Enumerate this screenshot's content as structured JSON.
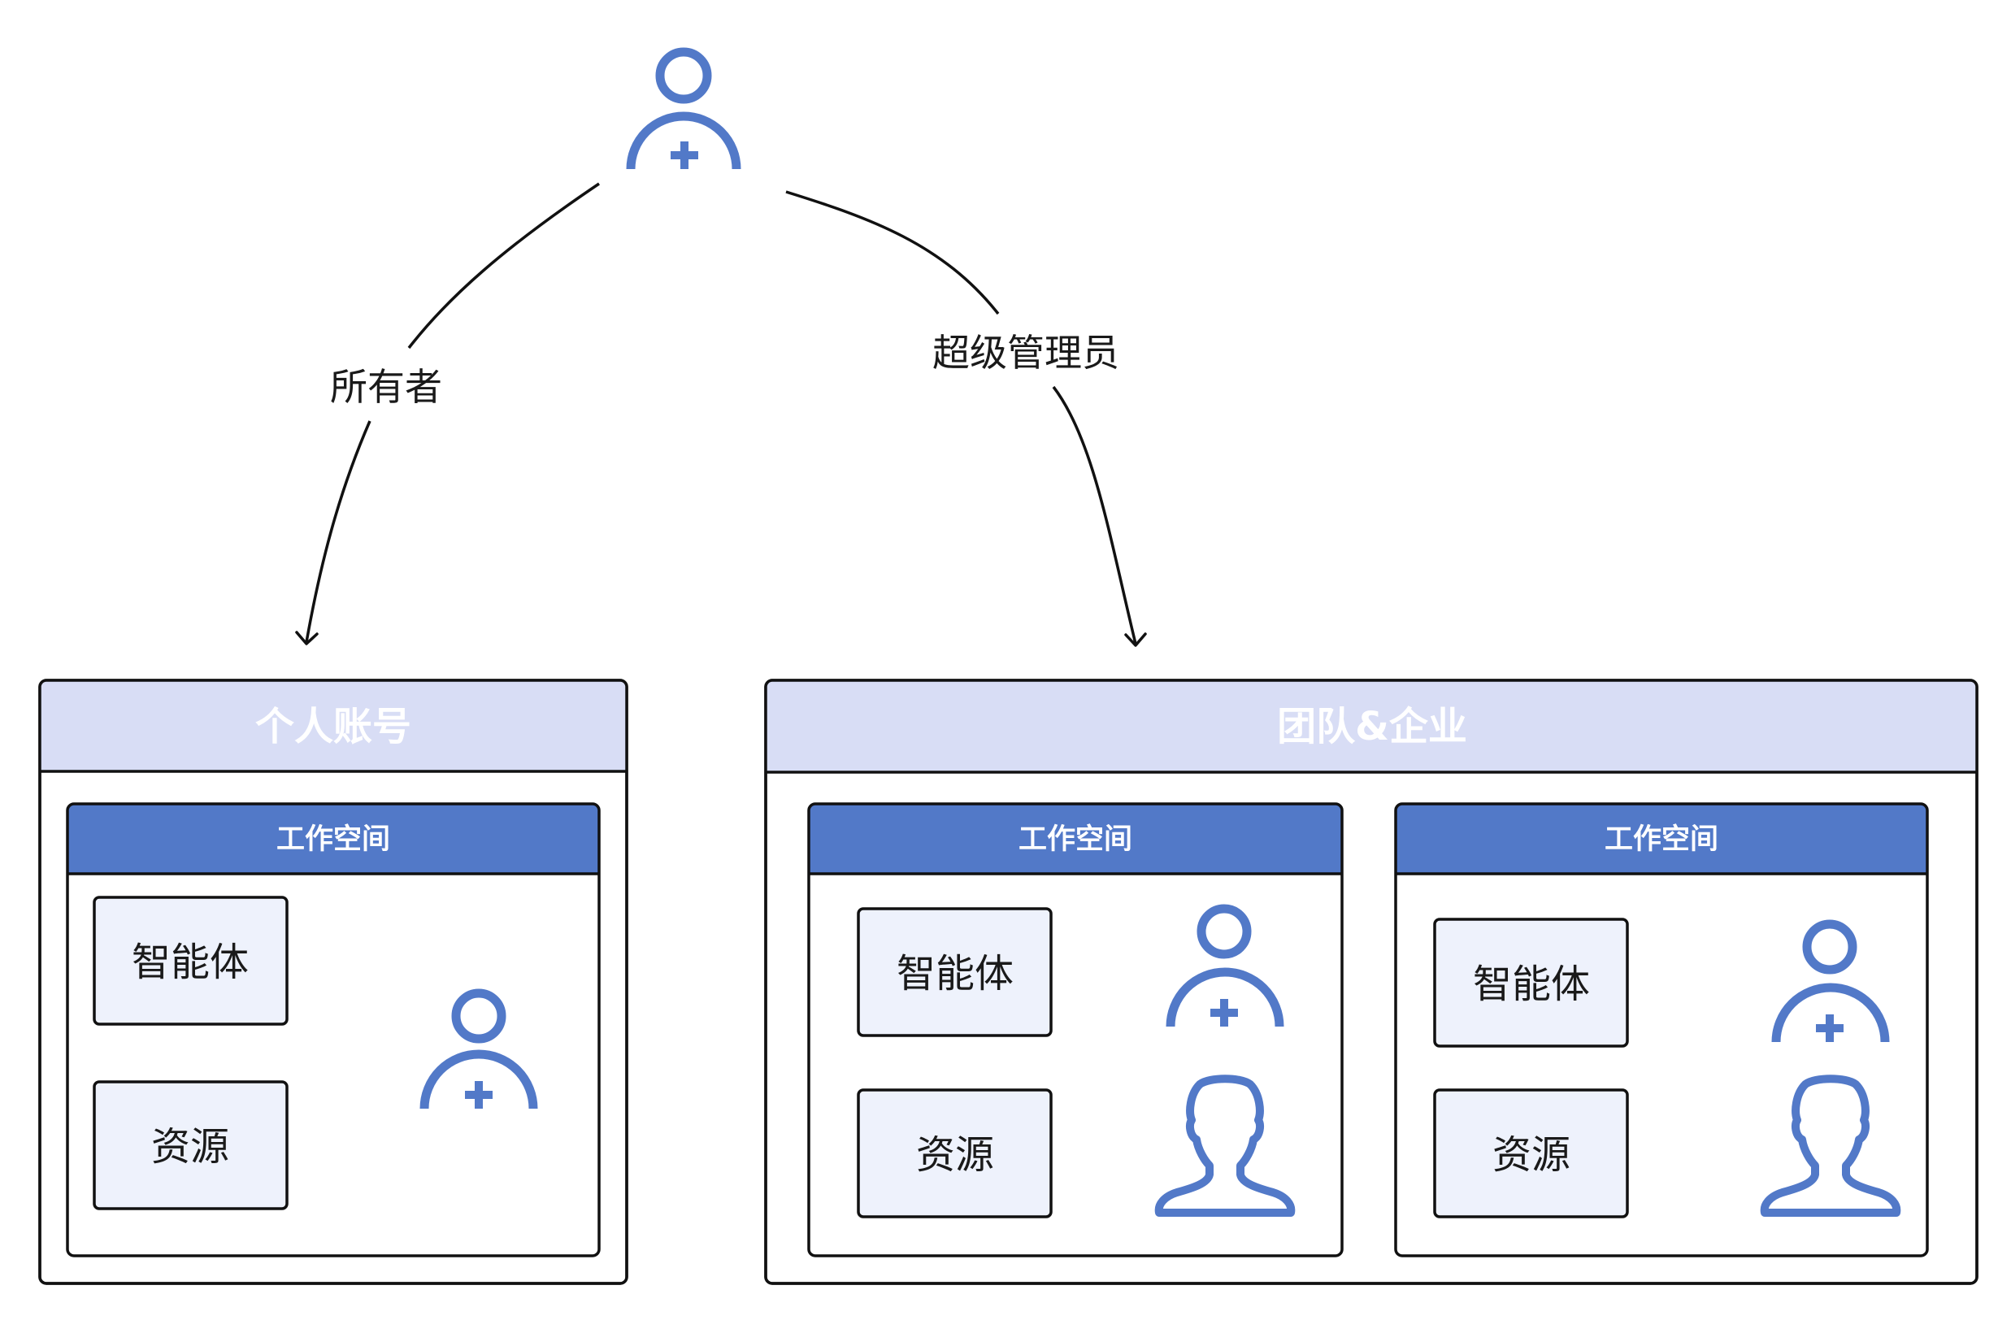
{
  "diagram": {
    "edges": [
      {
        "id": "owner",
        "label": "所有者"
      },
      {
        "id": "superadmin",
        "label": "超级管理员"
      }
    ],
    "containers": {
      "personal": {
        "title": "个人账号"
      },
      "team": {
        "title": "团队&企业"
      }
    },
    "workspace_title": "工作空间",
    "items": {
      "agent": "智能体",
      "resource": "资源"
    },
    "icons": {
      "role_icon": "user-plus-icon",
      "member_icon": "user-silhouette-icon"
    },
    "colors": {
      "accent": "#5279c8",
      "header_light": "#d8ddf5",
      "box_fill": "#eef2fc",
      "stroke": "#111111"
    }
  }
}
